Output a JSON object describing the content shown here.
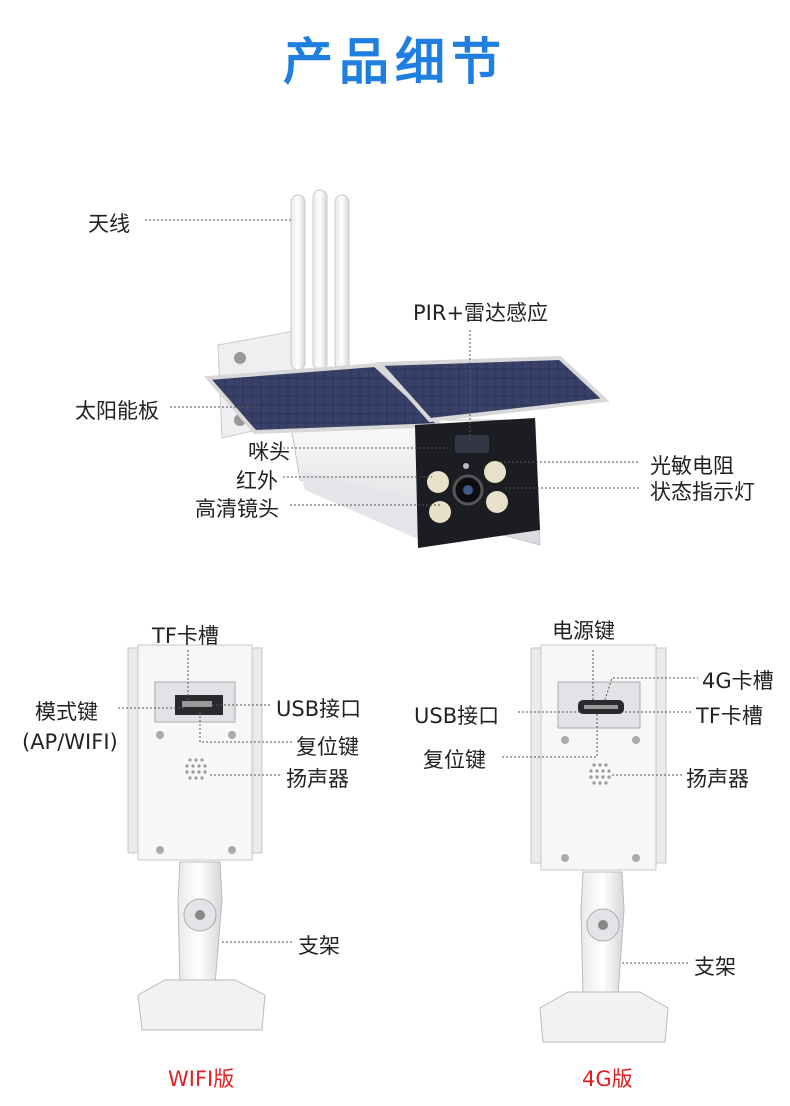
{
  "title": "产品细节",
  "top_labels": {
    "antenna": "天线",
    "solar_panel": "太阳能板",
    "mic": "咪头",
    "infrared": "红外",
    "hd_lens": "高清镜头",
    "pir_radar": "PIR+雷达感应",
    "photoresistor": "光敏电阻",
    "status_light": "状态指示灯"
  },
  "wifi_labels": {
    "tf_slot": "TF卡槽",
    "mode_key": "模式键",
    "mode_key_sub": "(AP/WIFI)",
    "usb_port": "USB接口",
    "reset_key": "复位键",
    "speaker": "扬声器",
    "bracket": "支架",
    "version": "WIFI版"
  },
  "g4_labels": {
    "power_key": "电源键",
    "sim_slot": "4G卡槽",
    "usb_port": "USB接口",
    "tf_slot": "TF卡槽",
    "reset_key": "复位键",
    "speaker": "扬声器",
    "bracket": "支架",
    "version": "4G版"
  },
  "colors": {
    "title": "#1f7fe0",
    "version": "#e02020",
    "solar": "#2b3150",
    "body": "#f2f3f5"
  }
}
